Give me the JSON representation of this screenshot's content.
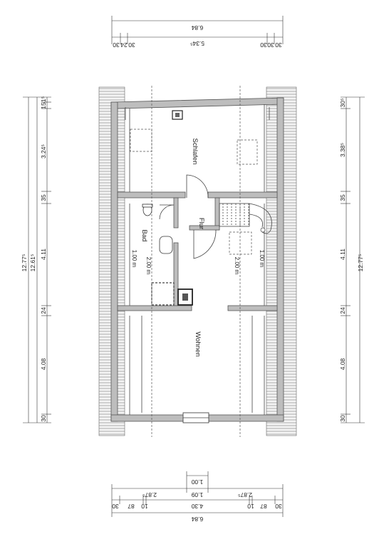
{
  "rooms": {
    "schlafen": "Schlafen",
    "bad": "Bad",
    "flur": "Flur",
    "wohnen": "Wohnen"
  },
  "annotations": {
    "bad_h1": "1.00 m",
    "bad_h2": "2.00 m",
    "center_h1": "2.00 m",
    "center_h2": "1.00 m"
  },
  "dim_top": {
    "total": "6.84",
    "inner": "5.34⁵",
    "left_segs": [
      "30",
      "24",
      "30"
    ],
    "right_segs": [
      "30",
      "30",
      "30"
    ]
  },
  "dim_left": {
    "total": "12.77⁵",
    "inner": "12.61⁵",
    "segs": [
      "1⁵",
      "15",
      "3.24⁵",
      "35",
      "4.11",
      "24",
      "4.08",
      "30"
    ]
  },
  "dim_right": {
    "total": "12.77⁵",
    "segs": [
      "30⁵",
      "3.38⁵",
      "35",
      "4.11",
      "24",
      "4.08",
      "30"
    ]
  },
  "dim_bottom": {
    "top": "1.00",
    "row2": [
      "2.87⁵",
      "1.09",
      "2.87⁵"
    ],
    "row3": [
      "30",
      "87",
      "10",
      "4.30",
      "10",
      "87",
      "30"
    ],
    "total": "6.84"
  }
}
